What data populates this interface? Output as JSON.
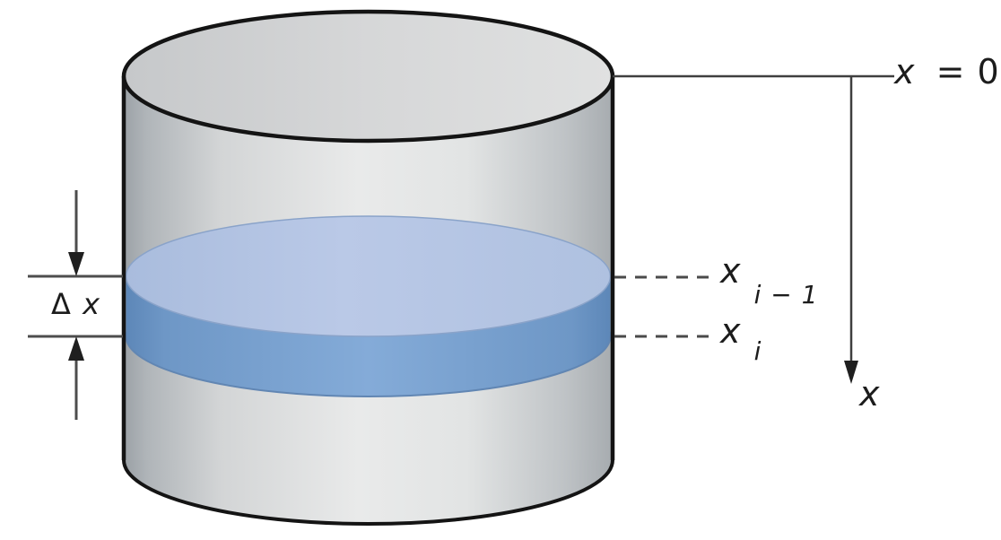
{
  "figure": {
    "labels": {
      "x_zero": {
        "base": "x",
        "rest": "= 0"
      },
      "x_i_minus_1": {
        "base": "x",
        "sub": "i − 1"
      },
      "x_i": {
        "base": "x",
        "sub": "i"
      },
      "delta_x": {
        "delta": "Δ",
        "var": "x"
      },
      "x_axis": "x"
    },
    "colors": {
      "outline": "#1a1a1a",
      "annotation_line": "#3f3f3f",
      "tank_gray_light": "#e9eaea",
      "tank_gray_dark": "#9aa0a5",
      "tank_top_gray": "#d6d7d8",
      "slab_top_blue": "#b7c7e4",
      "slab_side_blue": "#84abd8",
      "background": "#ffffff"
    }
  }
}
